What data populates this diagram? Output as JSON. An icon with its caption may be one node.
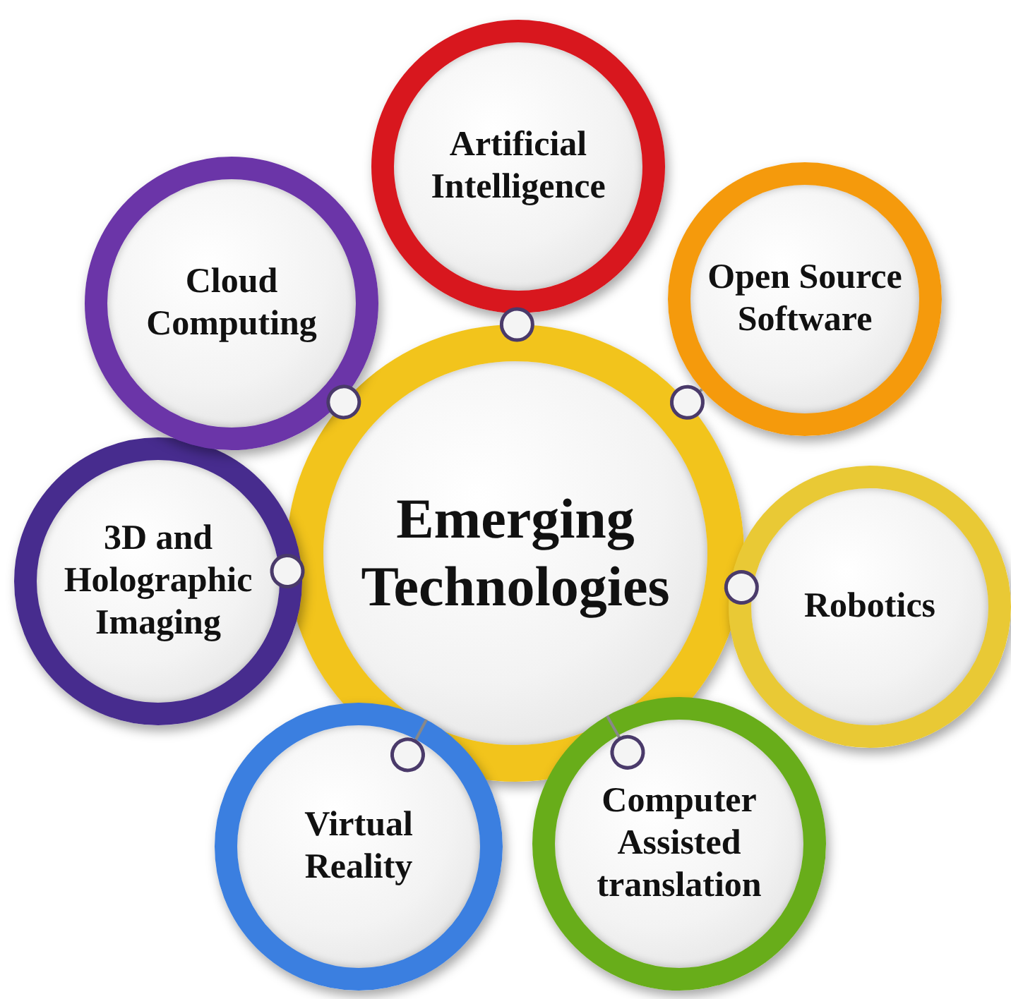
{
  "diagram": {
    "nodes": [
      {
        "text": [
          "Emerging Technologies"
        ]
      },
      {
        "text": [
          "Artificial Intelligence"
        ]
      },
      {
        "text": [
          "Open Source Software"
        ]
      },
      {
        "text": [
          "Robotics"
        ]
      },
      {
        "text": [
          "Computer Assisted translation"
        ]
      },
      {
        "text": [
          "Virtual Reality"
        ]
      },
      {
        "text": [
          "3D and Holographic Imaging"
        ]
      },
      {
        "text": [
          "Cloud Computing"
        ]
      }
    ],
    "edges": [
      {
        "from": 0,
        "to": 1,
        "arrow": "other"
      },
      {
        "from": 0,
        "to": 2,
        "arrow": "other"
      },
      {
        "from": 0,
        "to": 3,
        "arrow": "other"
      },
      {
        "from": 0,
        "to": 4,
        "arrow": "other"
      },
      {
        "from": 0,
        "to": 5,
        "arrow": "other"
      },
      {
        "from": 0,
        "to": 6,
        "arrow": "other"
      },
      {
        "from": 0,
        "to": 7,
        "arrow": "other"
      }
    ]
  }
}
